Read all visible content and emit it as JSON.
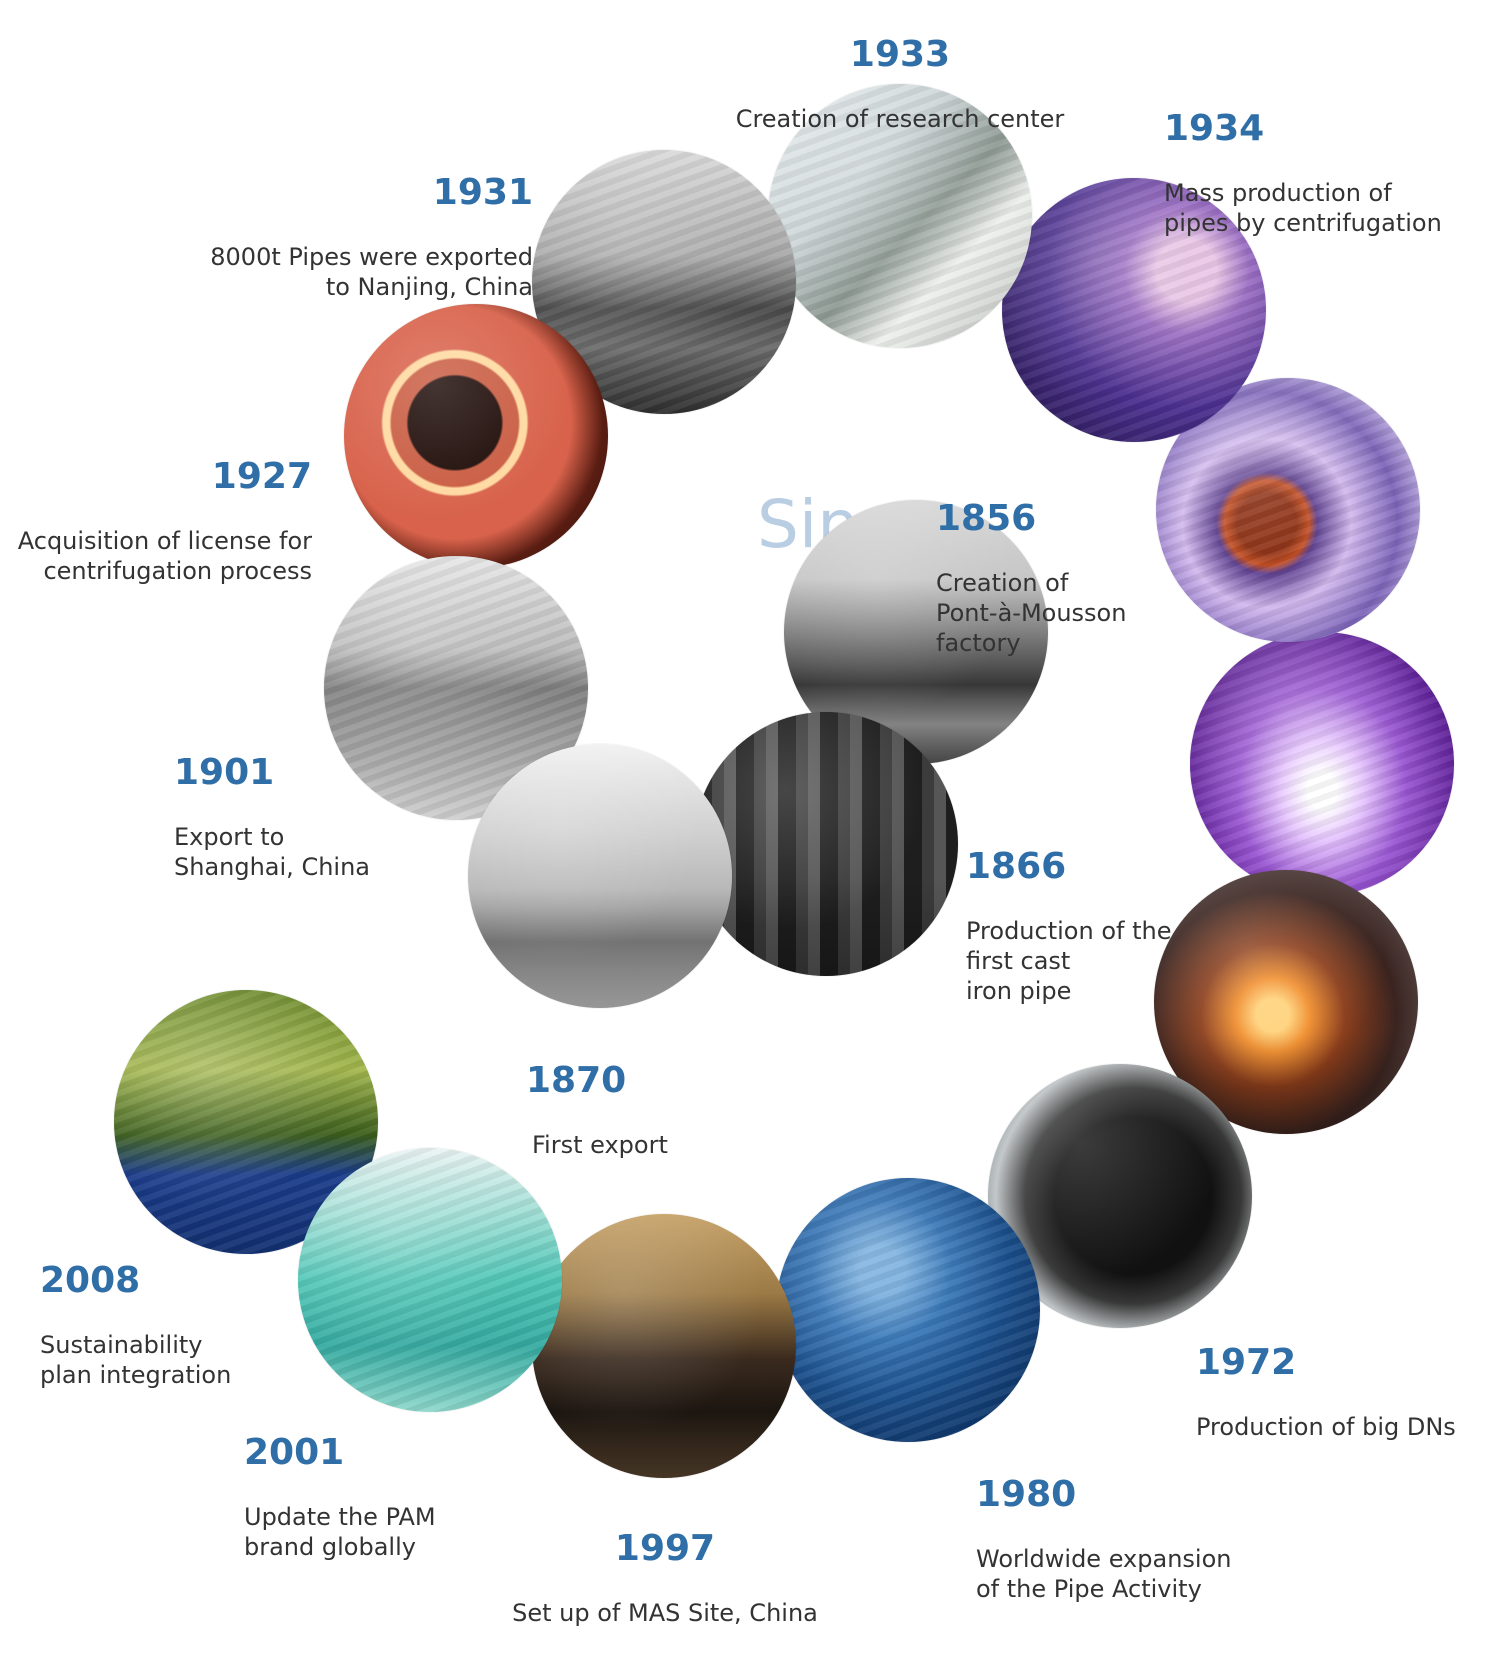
{
  "center_word": "Since",
  "events": [
    {
      "year": "1856",
      "desc": "Creation of\nPont-à-Mousson\nfactory",
      "icon": "factory-photo"
    },
    {
      "year": "1866",
      "desc": "Production of the\nfirst cast\niron pipe",
      "icon": "foundry-photo"
    },
    {
      "year": "1870",
      "desc": "First export",
      "icon": "pipe-cart-photo"
    },
    {
      "year": "1901",
      "desc": "Export to\nShanghai, China",
      "icon": "construction-photo"
    },
    {
      "year": "1927",
      "desc": "Acquisition of license for\ncentrifugation process",
      "icon": "glowing-pipe-photo"
    },
    {
      "year": "1931",
      "desc": "8000t Pipes were exported\nto Nanjing, China",
      "icon": "pipes-export-photo"
    },
    {
      "year": "1933",
      "desc": "Creation of research center",
      "icon": "laboratory-photo"
    },
    {
      "year": "1934",
      "desc": "Mass production of\npipes by  centrifugation",
      "icon": "centrifugation-photo"
    },
    {
      "year": "1972",
      "desc": "Production of big DNs",
      "icon": "skater-in-pipe-photo"
    },
    {
      "year": "1980",
      "desc": "Worldwide  expansion\nof the Pipe Activity",
      "icon": "globe-photo"
    },
    {
      "year": "1997",
      "desc": "Set up of MAS Site, China",
      "icon": "signing-ceremony-photo"
    },
    {
      "year": "2001",
      "desc": "Update the PAM\nbrand globally",
      "icon": "sea-coast-photo"
    },
    {
      "year": "2008",
      "desc": "Sustainability\nplan integration",
      "icon": "kingfisher-pipe-photo"
    }
  ],
  "extra_photos": [
    "microstructure-photo",
    "violet-glow-photo",
    "molten-metal-photo"
  ],
  "colors": {
    "year": "#2f6ea6",
    "text": "#333333",
    "since": "#b9cee3"
  }
}
